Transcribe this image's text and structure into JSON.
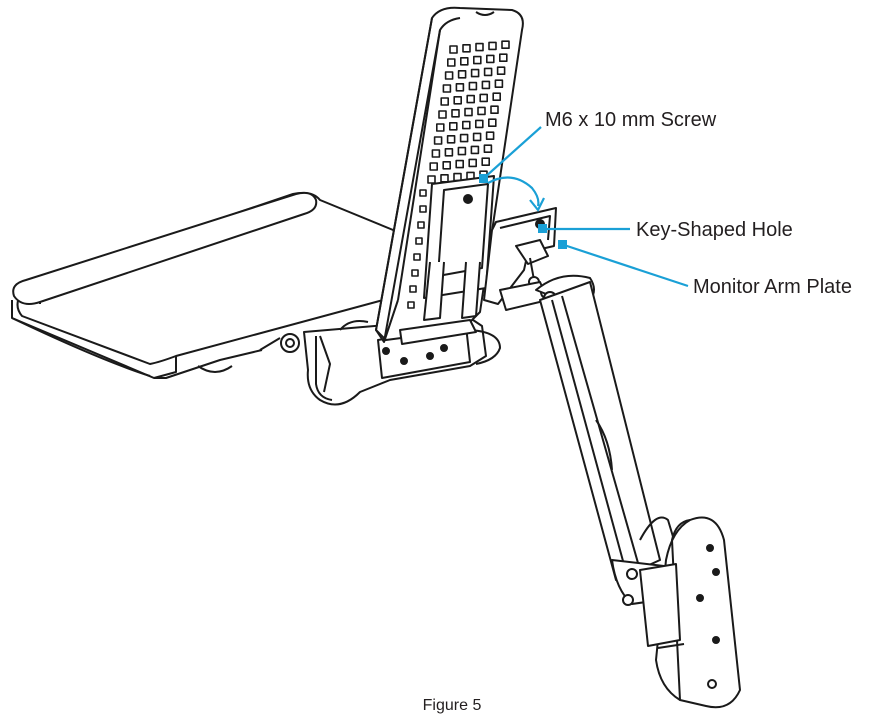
{
  "callouts": {
    "screw": "M6 x 10 mm Screw",
    "key_hole": "Key-Shaped Hole",
    "arm_plate": "Monitor Arm Plate"
  },
  "caption": "Figure 5",
  "colors": {
    "callout_line": "#1aa0d6",
    "outline": "#1a1a1a",
    "text": "#231f20"
  }
}
